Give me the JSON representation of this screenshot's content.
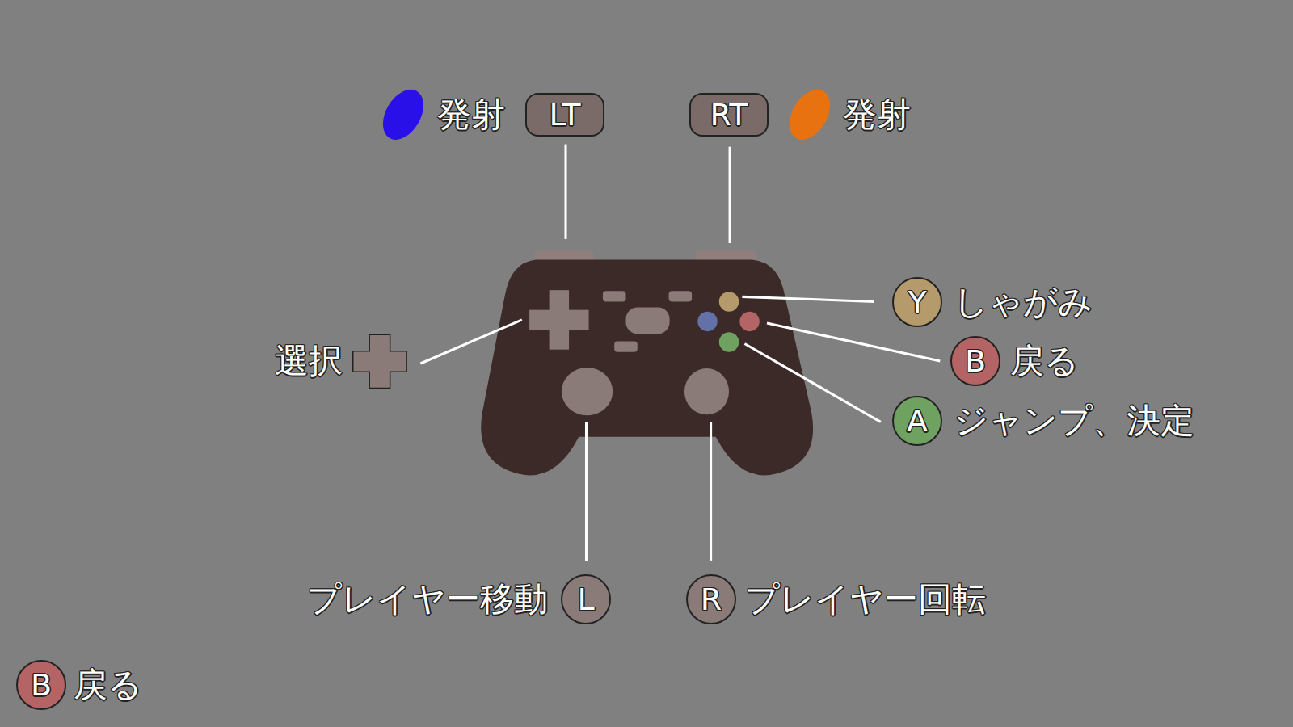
{
  "diagram": {
    "nodes": [
      {
        "text": [
          "LT"
        ]
      },
      {
        "text": [
          "RT"
        ]
      },
      {
        "text": [
          "Y"
        ]
      },
      {
        "text": [
          "B"
        ]
      },
      {
        "text": [
          "A"
        ]
      },
      {
        "text": [
          "L"
        ]
      },
      {
        "text": [
          "R"
        ]
      },
      {
        "text": [
          "B"
        ]
      }
    ],
    "labels": [
      "発射",
      "発射",
      "しゃがみ",
      "戻る",
      "ジャンプ、決定",
      "選択",
      "プレイヤー移動",
      "プレイヤー回転",
      "戻る"
    ]
  }
}
